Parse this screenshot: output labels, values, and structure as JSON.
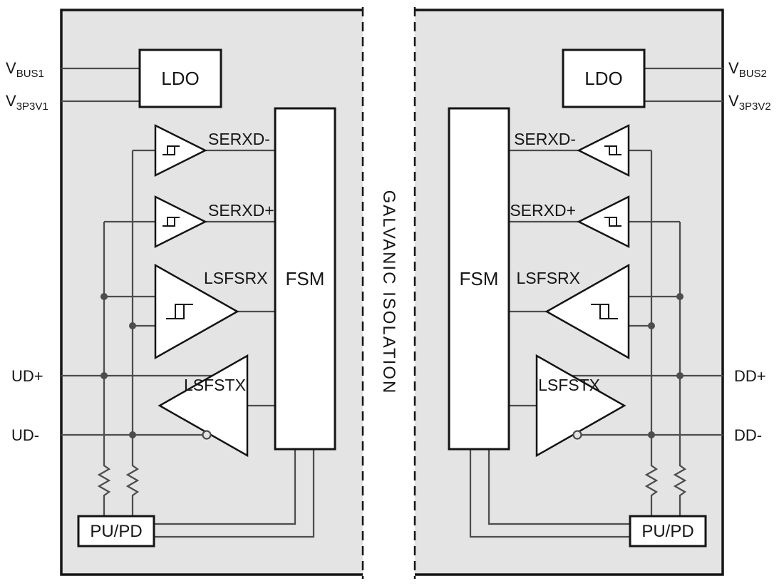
{
  "colors": {
    "chip_fill": "#e4e4e4",
    "block_fill": "#ffffff",
    "wire": "#4d4d4d",
    "border": "#141414"
  },
  "isolation": {
    "label": "GALVANIC ISOLATION"
  },
  "left": {
    "pins": {
      "vbus": {
        "base": "V",
        "sub": "BUS1"
      },
      "v3p3": {
        "base": "V",
        "sub": "3P3V1"
      },
      "dplus": "UD+",
      "dminus": "UD-"
    },
    "blocks": {
      "ldo": "LDO",
      "fsm": "FSM",
      "pupd": "PU/PD"
    },
    "signals": {
      "serxd_minus": "SERXD-",
      "serxd_plus": "SERXD+",
      "lsfsrx": "LSFSRX",
      "lsfstx": "LSFSTX"
    }
  },
  "right": {
    "pins": {
      "vbus": {
        "base": "V",
        "sub": "BUS2"
      },
      "v3p3": {
        "base": "V",
        "sub": "3P3V2"
      },
      "dplus": "DD+",
      "dminus": "DD-"
    },
    "blocks": {
      "ldo": "LDO",
      "fsm": "FSM",
      "pupd": "PU/PD"
    },
    "signals": {
      "serxd_minus": "SERXD-",
      "serxd_plus": "SERXD+",
      "lsfsrx": "LSFSRX",
      "lsfstx": "LSFSTX"
    }
  }
}
